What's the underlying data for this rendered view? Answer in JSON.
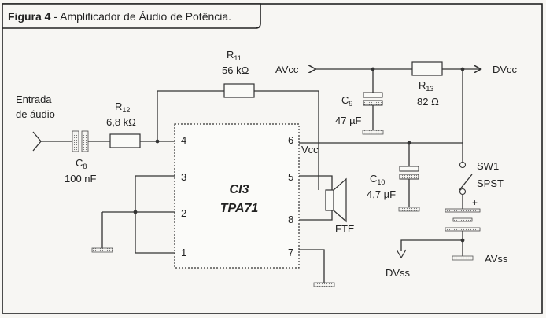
{
  "figure": {
    "caption_bold": "Figura 4",
    "caption_rest": " - Amplificador de Áudio de Potência."
  },
  "ic": {
    "name": "CI3",
    "part": "TPA71",
    "vcc_label": "Vcc",
    "pins": [
      "1",
      "2",
      "3",
      "4",
      "5",
      "6",
      "7",
      "8"
    ]
  },
  "components": {
    "r11": {
      "ref": "R",
      "sub": "11",
      "value": "56 kΩ"
    },
    "r12": {
      "ref": "R",
      "sub": "12",
      "value": "6,8 kΩ"
    },
    "r13": {
      "ref": "R",
      "sub": "13",
      "value": "82 Ω"
    },
    "c8": {
      "ref": "C",
      "sub": "8",
      "value": "100 nF"
    },
    "c9": {
      "ref": "C",
      "sub": "9",
      "value": "47 µF"
    },
    "c10": {
      "ref": "C",
      "sub": "10",
      "value": "4,7 µF"
    },
    "sw1": {
      "ref": "SW1",
      "type": "SPST"
    },
    "speaker": {
      "label": "FTE"
    },
    "battery": {
      "polarity": "+"
    }
  },
  "nets": {
    "input_line1": "Entrada",
    "input_line2": "de áudio",
    "avcc": "AVcc",
    "dvcc": "DVcc",
    "dvss": "DVss",
    "avss": "AVss"
  }
}
